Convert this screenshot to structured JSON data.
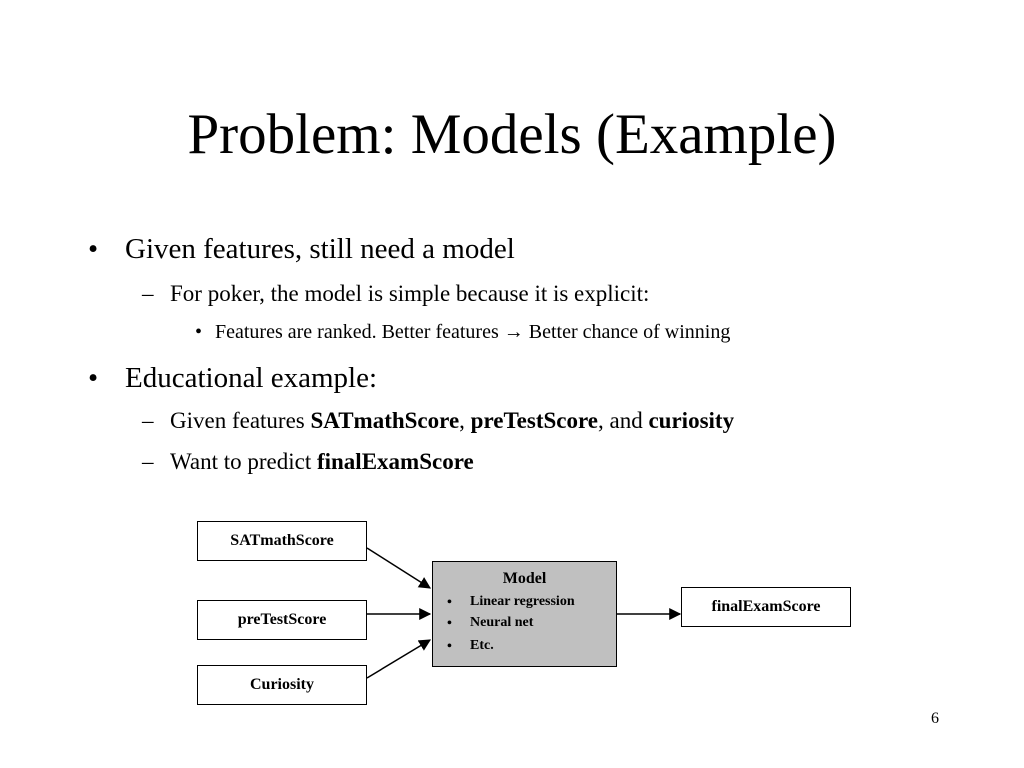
{
  "slide": {
    "title": "Problem: Models (Example)",
    "page_number": "6"
  },
  "bullets": {
    "b1": {
      "marker": "•",
      "text": "Given features, still need a model",
      "sub1": {
        "marker": "–",
        "text": "For poker, the model is simple because it is explicit:",
        "sub1": {
          "marker": "•",
          "text_before_arrow": "Features are ranked.  Better features",
          "arrow_glyph": "→",
          "text_after_arrow": "Better chance of winning"
        }
      }
    },
    "b2": {
      "marker": "•",
      "text": "Educational example:",
      "sub1": {
        "marker": "–",
        "prefix": "Given features ",
        "f1": "SATmathScore",
        "sep1": ", ",
        "f2": "preTestScore",
        "sep2": ", and ",
        "f3": "curiosity"
      },
      "sub2": {
        "marker": "–",
        "prefix": "Want to predict ",
        "target": "finalExamScore"
      }
    }
  },
  "diagram": {
    "inputs": [
      "SATmathScore",
      "preTestScore",
      "Curiosity"
    ],
    "model": {
      "title": "Model",
      "bullet": "•",
      "items": [
        "Linear regression",
        "Neural net",
        "Etc."
      ]
    },
    "output": "finalExamScore"
  }
}
